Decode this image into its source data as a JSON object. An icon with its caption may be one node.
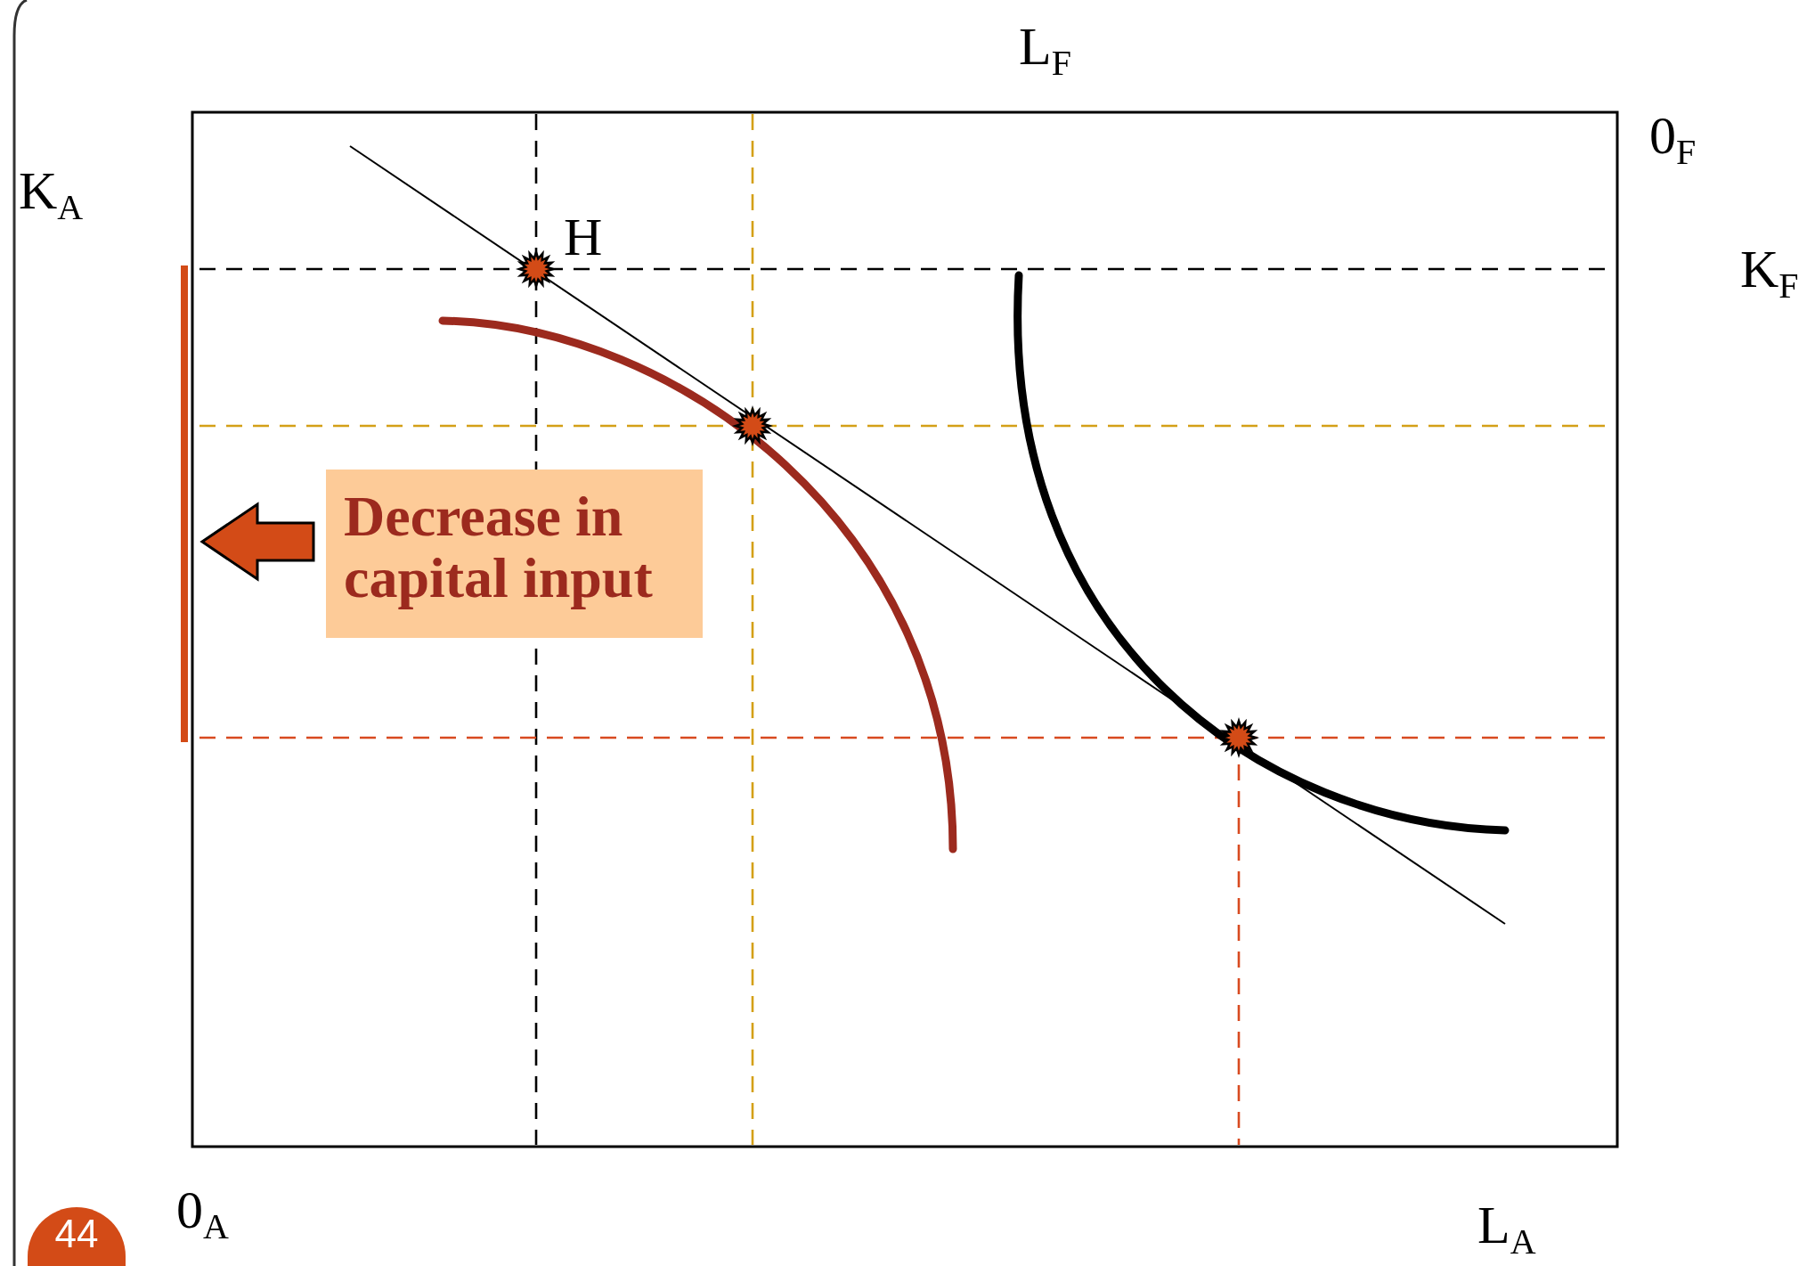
{
  "diagram": {
    "nodes": [
      {
        "text": [
          "Decrease in capital input"
        ]
      },
      {
        "text": [],
        "shape": "bar"
      }
    ],
    "edges": [
      {
        "from": 0,
        "to": 1,
        "arrow": "to"
      }
    ],
    "labels": [
      "L$_{F}$",
      "0$_{F}$",
      "K$_{A}$",
      "H",
      "K$_{F}$",
      "0$_{A}$",
      "L$_{A}$",
      "44"
    ]
  }
}
